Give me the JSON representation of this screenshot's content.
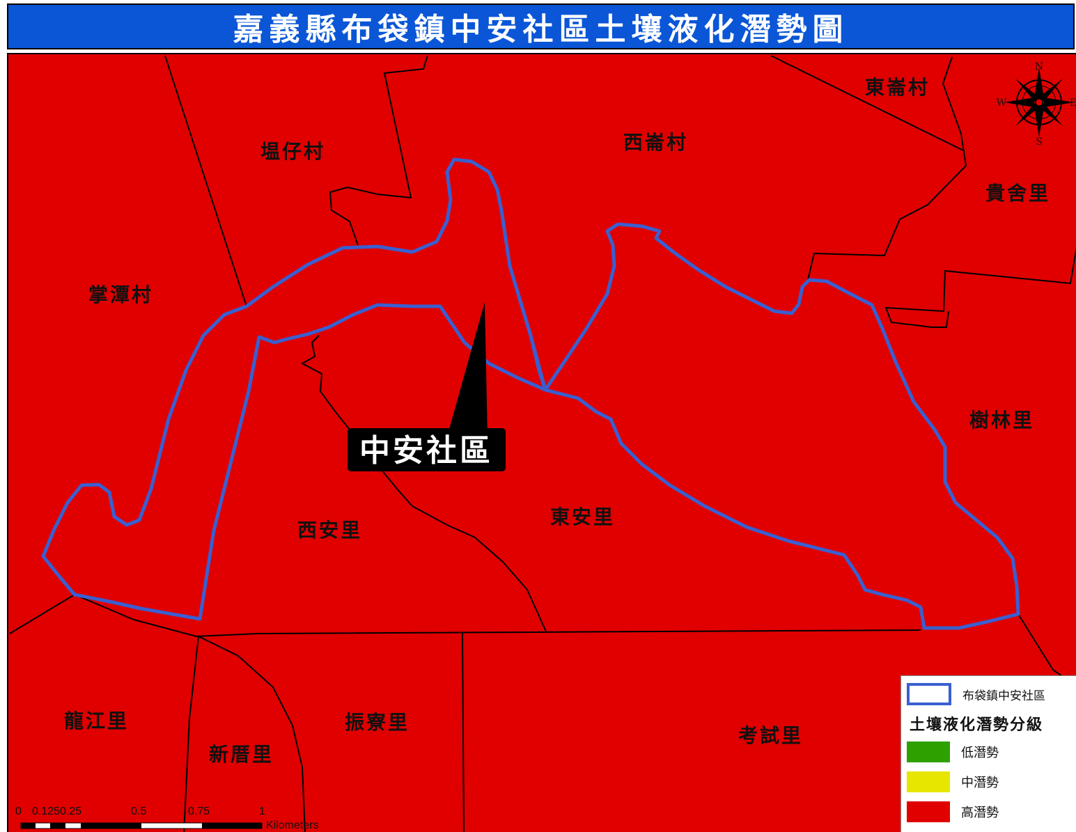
{
  "title": "嘉義縣布袋鎮中安社區土壤液化潛勢圖",
  "callout": "中安社區",
  "village_labels": {
    "hedingcun": "塭仔村",
    "xixiancun": "西崙村",
    "dongxiancun": "東崙村",
    "guisheli": "貴舍里",
    "zhangtancun": "掌潭村",
    "shulinli": "樹林里",
    "xianli": "西安里",
    "donganli": "東安里",
    "longjiangli": "龍江里",
    "zhenliaoli": "振寮里",
    "xincuoli": "新厝里",
    "kaoshili": "考試里"
  },
  "compass": {
    "n": "N",
    "s": "S",
    "e": "E",
    "w": "W"
  },
  "legend": {
    "boundary_label": "布袋鎮中安社區",
    "heading": "土壤液化潛勢分級",
    "classes": [
      {
        "label": "低潛勢",
        "color": "#2ea000"
      },
      {
        "label": "中潛勢",
        "color": "#e6e600"
      },
      {
        "label": "高潛勢",
        "color": "#e00000"
      }
    ]
  },
  "scale_bar": {
    "ticks": [
      "0",
      "0.1250.25",
      "0.5",
      "0.75",
      "1"
    ],
    "unit": "Kilometers"
  },
  "colors": {
    "title_bg": "#0a56d6",
    "map_fill": "#e00000",
    "community_boundary": "#3a5fd0"
  }
}
